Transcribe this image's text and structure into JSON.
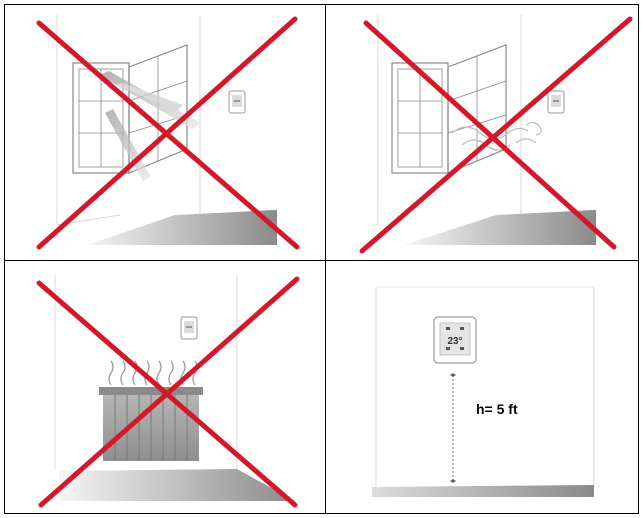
{
  "panels": [
    {
      "id": "window-sun",
      "crossed": true
    },
    {
      "id": "window-draft",
      "crossed": true
    },
    {
      "id": "radiator-heat",
      "crossed": true
    },
    {
      "id": "correct-placement",
      "crossed": false
    }
  ],
  "thermostat": {
    "display_temp": "23°"
  },
  "height_label": "h= 5 ft",
  "colors": {
    "cross": "#d4182a",
    "wall_line": "#c8c8c8",
    "floor_dark": "#8d8d8d",
    "floor_light": "#f2f2f2"
  }
}
